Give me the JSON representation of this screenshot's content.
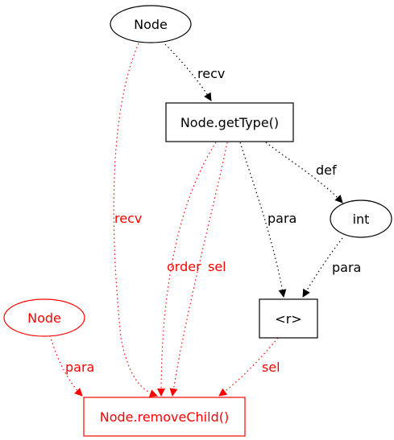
{
  "colors": {
    "default": "#000000",
    "highlight": "#ff0000",
    "background": "#ffffff"
  },
  "nodes": {
    "node_top": {
      "label": "Node",
      "shape": "ellipse",
      "color": "default"
    },
    "get_type": {
      "label": "Node.getType()",
      "shape": "box",
      "color": "default"
    },
    "int_node": {
      "label": "int",
      "shape": "ellipse",
      "color": "default"
    },
    "r_node": {
      "label": "<r>",
      "shape": "box",
      "color": "default"
    },
    "node_left": {
      "label": "Node",
      "shape": "ellipse",
      "color": "highlight"
    },
    "remove_child": {
      "label": "Node.removeChild()",
      "shape": "box",
      "color": "highlight"
    }
  },
  "edges": [
    {
      "from": "node_top",
      "to": "get_type",
      "label": "recv",
      "color": "default",
      "style": "dotted"
    },
    {
      "from": "get_type",
      "to": "int_node",
      "label": "def",
      "color": "default",
      "style": "dotted"
    },
    {
      "from": "get_type",
      "to": "r_node",
      "label": "para",
      "color": "default",
      "style": "dotted"
    },
    {
      "from": "int_node",
      "to": "r_node",
      "label": "para",
      "color": "default",
      "style": "dotted"
    },
    {
      "from": "node_top",
      "to": "remove_child",
      "label": "recv",
      "color": "highlight",
      "style": "dotted"
    },
    {
      "from": "get_type",
      "to": "remove_child",
      "label": "order",
      "color": "highlight",
      "style": "dotted"
    },
    {
      "from": "get_type",
      "to": "remove_child",
      "label": "sel",
      "color": "highlight",
      "style": "dotted"
    },
    {
      "from": "node_left",
      "to": "remove_child",
      "label": "para",
      "color": "highlight",
      "style": "dotted"
    },
    {
      "from": "r_node",
      "to": "remove_child",
      "label": "sel",
      "color": "highlight",
      "style": "dotted"
    }
  ]
}
